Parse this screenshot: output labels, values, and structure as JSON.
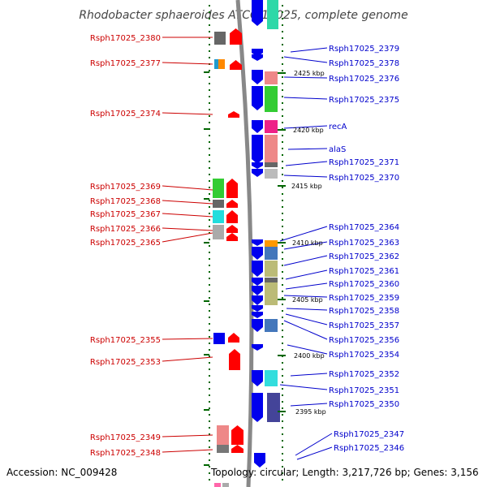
{
  "title": "Rhodobacter sphaeroides ATCC 17025, complete genome",
  "footer": {
    "accession": "Accession: NC_009428",
    "topology": "Topology: circular; Length: 3,217,726 bp; Genes: 3,156"
  },
  "colors": {
    "left_label": "#cc0000",
    "right_label": "#0000cc",
    "strand_minus": "#ff0000",
    "strand_plus": "#0000ee",
    "dotted_track": "#006600",
    "backbone": "#888888"
  },
  "left_genes": [
    {
      "id": "l2380",
      "label": "Rsph17025_2380"
    },
    {
      "id": "l2377",
      "label": "Rsph17025_2377"
    },
    {
      "id": "l2374",
      "label": "Rsph17025_2374"
    },
    {
      "id": "l2369",
      "label": "Rsph17025_2369"
    },
    {
      "id": "l2368",
      "label": "Rsph17025_2368"
    },
    {
      "id": "l2367",
      "label": "Rsph17025_2367"
    },
    {
      "id": "l2366",
      "label": "Rsph17025_2366"
    },
    {
      "id": "l2365",
      "label": "Rsph17025_2365"
    },
    {
      "id": "l2355",
      "label": "Rsph17025_2355"
    },
    {
      "id": "l2353",
      "label": "Rsph17025_2353"
    },
    {
      "id": "l2349",
      "label": "Rsph17025_2349"
    },
    {
      "id": "l2348",
      "label": "Rsph17025_2348"
    }
  ],
  "right_genes": [
    {
      "id": "r2379",
      "label": "Rsph17025_2379"
    },
    {
      "id": "r2378",
      "label": "Rsph17025_2378"
    },
    {
      "id": "r2376",
      "label": "Rsph17025_2376"
    },
    {
      "id": "r2375",
      "label": "Rsph17025_2375"
    },
    {
      "id": "rrecA",
      "label": "recA"
    },
    {
      "id": "ralaS",
      "label": "alaS"
    },
    {
      "id": "r2371",
      "label": "Rsph17025_2371"
    },
    {
      "id": "r2370",
      "label": "Rsph17025_2370"
    },
    {
      "id": "r2364",
      "label": "Rsph17025_2364"
    },
    {
      "id": "r2363",
      "label": "Rsph17025_2363"
    },
    {
      "id": "r2362",
      "label": "Rsph17025_2362"
    },
    {
      "id": "r2361",
      "label": "Rsph17025_2361"
    },
    {
      "id": "r2360",
      "label": "Rsph17025_2360"
    },
    {
      "id": "r2359",
      "label": "Rsph17025_2359"
    },
    {
      "id": "r2358",
      "label": "Rsph17025_2358"
    },
    {
      "id": "r2357",
      "label": "Rsph17025_2357"
    },
    {
      "id": "r2356",
      "label": "Rsph17025_2356"
    },
    {
      "id": "r2354",
      "label": "Rsph17025_2354"
    },
    {
      "id": "r2352",
      "label": "Rsph17025_2352"
    },
    {
      "id": "r2351",
      "label": "Rsph17025_2351"
    },
    {
      "id": "r2350",
      "label": "Rsph17025_2350"
    },
    {
      "id": "r2347",
      "label": "Rsph17025_2347"
    },
    {
      "id": "r2346",
      "label": "Rsph17025_2346"
    }
  ],
  "kbp_ticks": [
    {
      "id": "k2425",
      "label": "2425 kbp"
    },
    {
      "id": "k2420",
      "label": "2420 kbp"
    },
    {
      "id": "k2415",
      "label": "2415 kbp"
    },
    {
      "id": "k2410",
      "label": "2410 kbp"
    },
    {
      "id": "k2405",
      "label": "2405 kbp"
    },
    {
      "id": "k2400",
      "label": "2400 kbp"
    },
    {
      "id": "k2395",
      "label": "2395 kbp"
    }
  ]
}
